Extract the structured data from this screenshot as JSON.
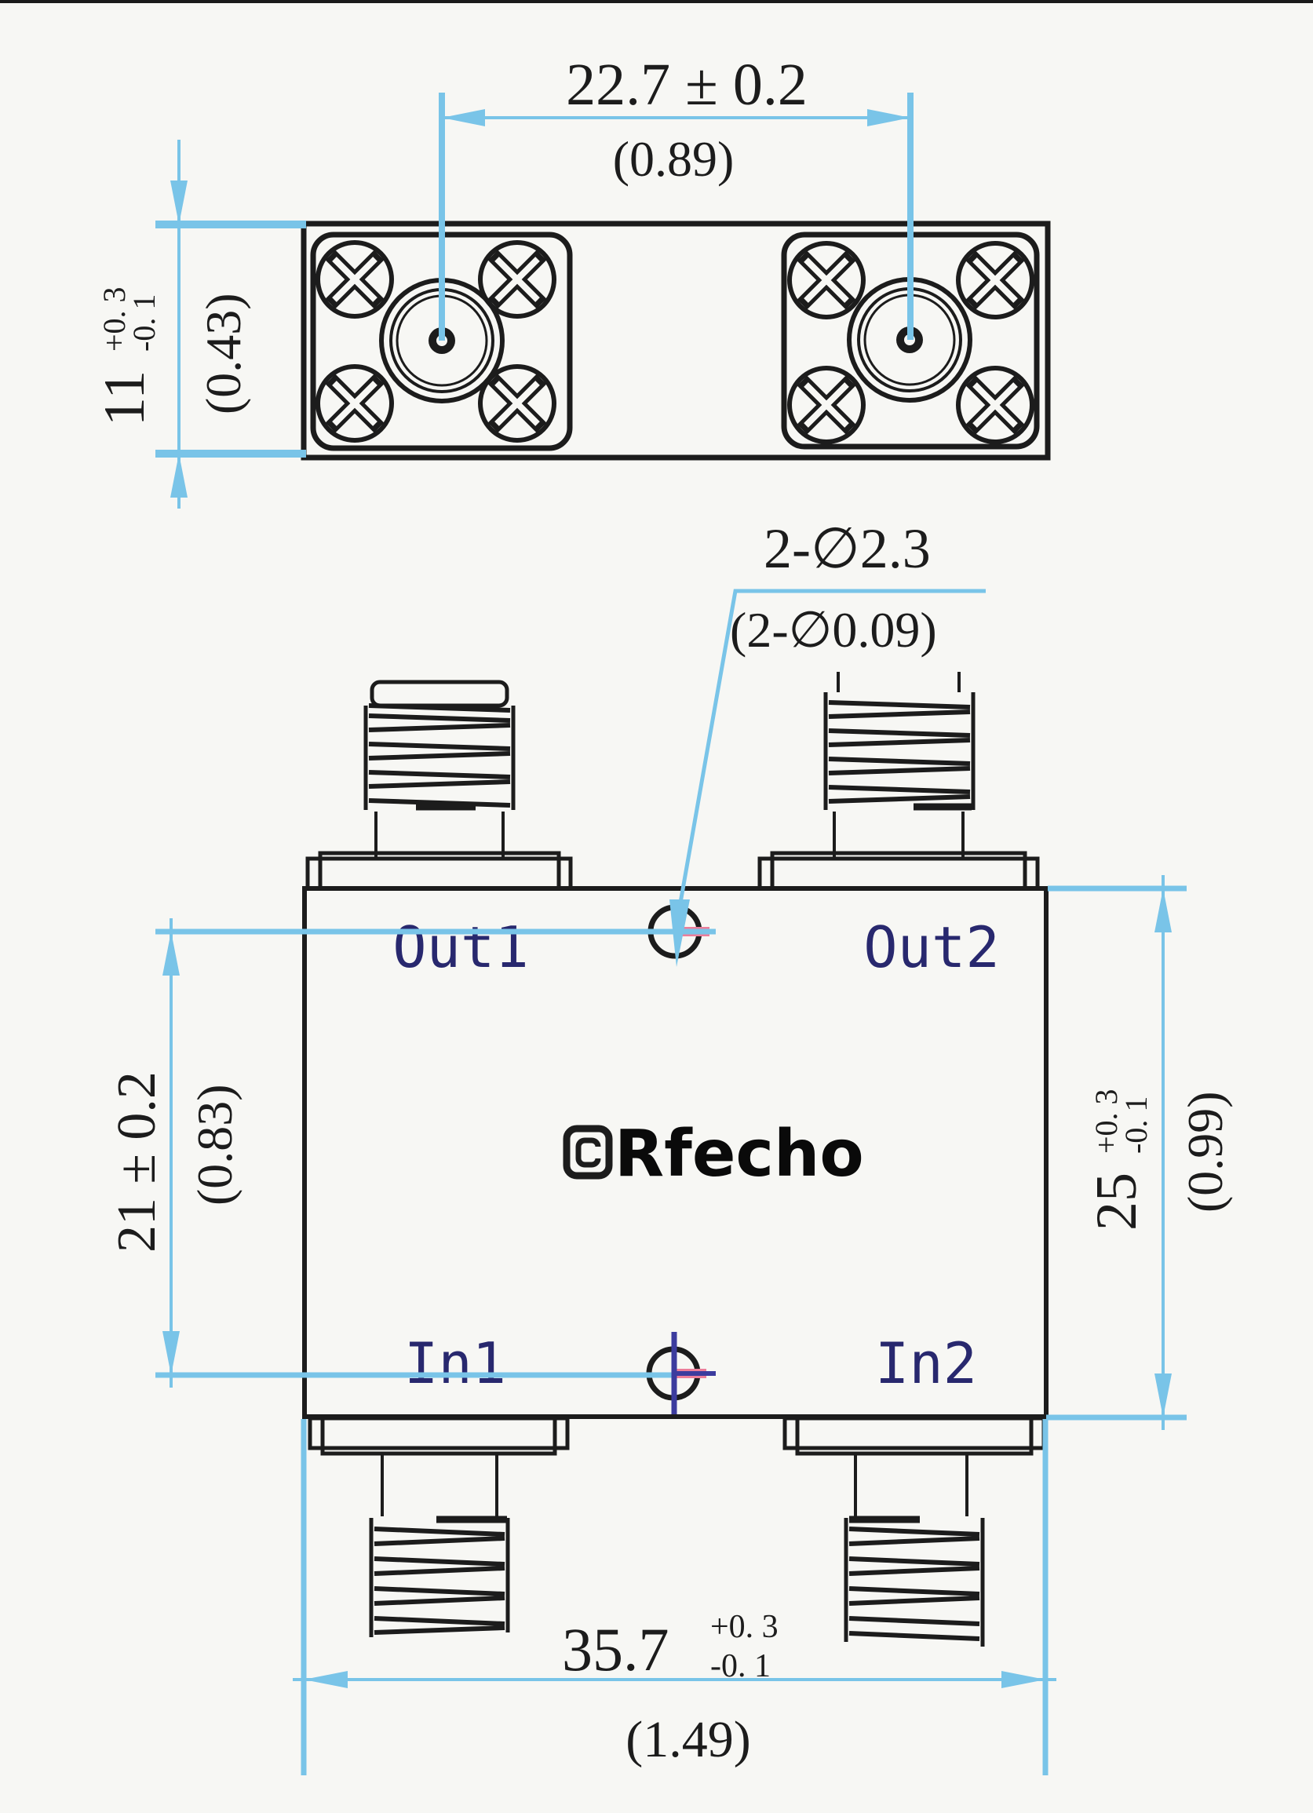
{
  "drawing": {
    "colors": {
      "dimension_blue": "#79c4e8",
      "line_ink": "#1c1c1c",
      "port_label_navy": "#28286e",
      "crosshair_indigo": "#3c3c9e",
      "center_mark_pink": "#ec7e9a",
      "background": "#f7f7f4"
    },
    "top_view": {
      "dim_connector_spacing": {
        "value": "22.7 ± 0.2",
        "inch": "(0.89)"
      },
      "dim_height": {
        "value": "11",
        "tol_plus": "+0. 3",
        "tol_minus": "-0. 1",
        "inch": "(0.43)"
      }
    },
    "front_view": {
      "hole_callout": {
        "value": "2-∅2.3",
        "inch": "(2-∅0.09)"
      },
      "dim_hole_spacing": {
        "value": "21 ± 0.2",
        "inch": "(0.83)"
      },
      "dim_body_height": {
        "value": "25",
        "tol_plus": "+0. 3",
        "tol_minus": "-0. 1",
        "inch": "(0.99)"
      },
      "dim_body_width": {
        "value": "35.7",
        "tol_plus": "+0. 3",
        "tol_minus": "-0. 1",
        "inch": "(1.49)"
      },
      "ports": {
        "out1": "Out1",
        "out2": "Out2",
        "in1": "In1",
        "in2": "In2"
      },
      "logo_text": "Rfecho"
    }
  }
}
